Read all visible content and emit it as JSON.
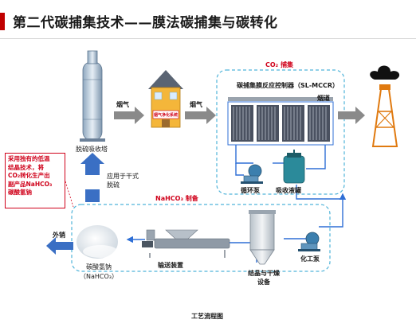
{
  "title": "第二代碳捕集技术——膜法碳捕集与碳转化",
  "sections": {
    "co2_capture": "CO₂ 捕集",
    "nahco3_prep": "NaHCO₃ 制备"
  },
  "labels": {
    "desulfurization_tower": "脱硫吸收塔",
    "flue_gas_1": "烟气",
    "flue_gas_2": "烟气",
    "flue_gas_3": "烟道",
    "gas_purification_system": "烟气净化系统",
    "reactor": "碳捕集膜反应控制器（SL-MCCR）",
    "circulation_pump": "循环泵",
    "absorption_tank": "吸收液罐",
    "dry_desulfurization": "应用于干式\n脱硫",
    "chemical_pump": "化工泵",
    "crystallization_drying": "结晶与干燥\n设备",
    "conveyor": "输送装置",
    "product": "碳酸氢钠\n（NaHCO₃）",
    "export": "外销",
    "footer": "工艺流程图"
  },
  "side_note": "采用独有的低温\n结晶技术，将\nCO₂转化生产出\n副产品NaHCO₃\n碳酸氢钠",
  "colors": {
    "accent_red": "#d0021b",
    "title_bar": "#c00000",
    "pipe_blue": "#2f6fd6",
    "box_border_blue": "#4fb3d9",
    "arrow_gray": "#808080"
  }
}
